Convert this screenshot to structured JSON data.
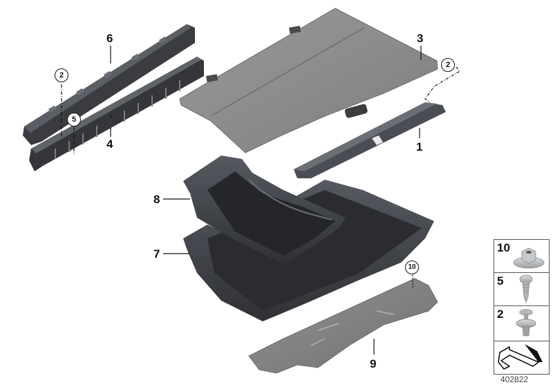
{
  "diagram": {
    "type": "exploded parts diagram",
    "subject": "luggage compartment floor trim / storage trays",
    "diagram_number": "402822"
  },
  "parts": [
    {
      "id": "1",
      "label": "1",
      "description": "loading sill trim"
    },
    {
      "id": "2",
      "label": "2",
      "description": "expanding rivet",
      "circled": true
    },
    {
      "id": "3",
      "label": "3",
      "description": "luggage compartment floor panel (folding)"
    },
    {
      "id": "4",
      "label": "4",
      "description": "side support bracket"
    },
    {
      "id": "5",
      "label": "5",
      "description": "screw",
      "circled": true
    },
    {
      "id": "6",
      "label": "6",
      "description": "side support rail"
    },
    {
      "id": "7",
      "label": "7",
      "description": "storage tray, lower"
    },
    {
      "id": "8",
      "label": "8",
      "description": "storage tray insert, upper"
    },
    {
      "id": "9",
      "label": "9",
      "description": "underbody cover plate"
    },
    {
      "id": "10",
      "label": "10",
      "description": "collar nut",
      "circled": true
    }
  ],
  "callouts": {
    "c1": "1",
    "c3": "3",
    "c4": "4",
    "c6": "6",
    "c7": "7",
    "c8": "8",
    "c9": "9",
    "circ2_top": "2",
    "circ2_left": "2",
    "circ5": "5",
    "circ10": "10"
  },
  "legend": {
    "items": [
      {
        "num": "10",
        "icon": "collar-nut-icon"
      },
      {
        "num": "5",
        "icon": "screw-icon"
      },
      {
        "num": "2",
        "icon": "expanding-rivet-icon"
      },
      {
        "num": "",
        "icon": "direction-arrow-icon"
      }
    ]
  },
  "colors": {
    "panel_gray": "#8a8a8a",
    "panel_edge": "#6a6a6a",
    "tray_dark": "#3c3e44",
    "tray_mid": "#50535a",
    "cover_gray": "#7d7d7d",
    "line": "#111111",
    "fastener_silver": "#b9bcc0"
  }
}
